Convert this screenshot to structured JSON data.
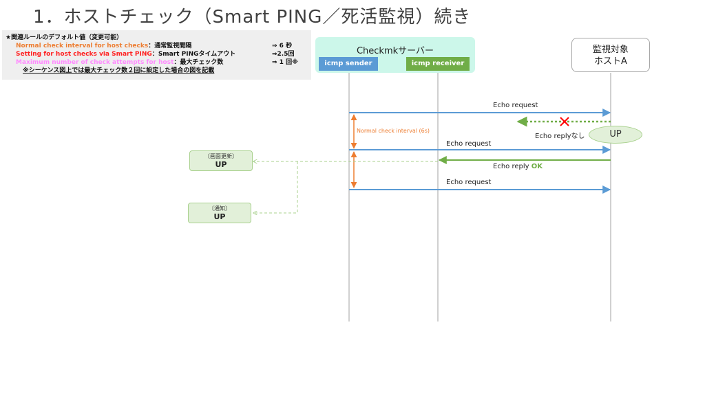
{
  "title": "1．ホストチェック（Smart PING／死活監視）続き",
  "rules": {
    "header": "★関連ルールのデフォルト値（変更可能）",
    "rows": [
      {
        "name": "Normal check interval for host checks",
        "desc": "：通常監視間隔",
        "value": "⇒ 6 秒"
      },
      {
        "name": "Setting for host checks via Smart PING",
        "desc": "：Smart PINGタイムアウト",
        "value": "⇒2.5回"
      },
      {
        "name": "Maximum number of check attempts for host",
        "desc": "：最大チェック数",
        "value": "⇒ 1 回※"
      }
    ],
    "note": "※シーケンス図上では最大チェック数２回に設定した場合の図を記載"
  },
  "server": {
    "name": "Checkmkサーバー",
    "sender": "icmp sender",
    "receiver": "icmp receiver"
  },
  "target": {
    "line1": "監視対象",
    "line2": "ホストA"
  },
  "messages": {
    "echo_request_1": "Echo request",
    "echo_reply_none": "Echo replyなし",
    "up_status": "UP",
    "echo_request_2": "Echo request",
    "echo_reply_ok_prefix": "Echo reply ",
    "echo_reply_ok_suffix": "OK",
    "echo_request_3": "Echo request",
    "interval": "Normal check interval (6s)"
  },
  "left_boxes": {
    "refresh_label": "〔画面更新〕",
    "refresh_status": "UP",
    "notify_label": "〔通知〕",
    "notify_status": "UP"
  },
  "colors": {
    "request": "#5b9bd5",
    "reply": "#70ad47",
    "interval": "#ed7d31",
    "error": "#ff0000"
  }
}
